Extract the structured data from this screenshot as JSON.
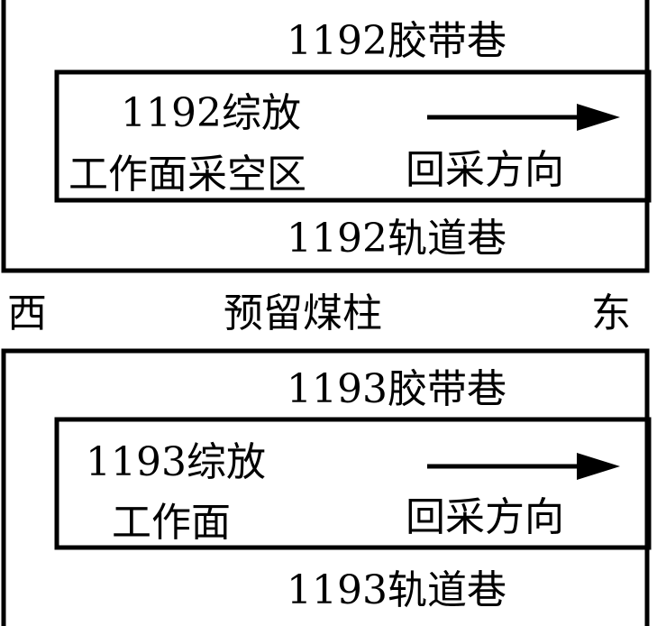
{
  "colors": {
    "stroke": "#000000",
    "background": "#ffffff"
  },
  "panel_1192": {
    "belt_roadway": "1192胶带巷",
    "face_line1": "1192综放",
    "face_line2": "工作面采空区",
    "mining_direction": "回采方向",
    "track_roadway": "1192轨道巷",
    "direction_arrow_icon": "arrow-right-icon"
  },
  "pillar": {
    "west": "西",
    "label": "预留煤柱",
    "east": "东"
  },
  "panel_1193": {
    "belt_roadway": "1193胶带巷",
    "face_line1": "1193综放",
    "face_line2": "工作面",
    "mining_direction": "回采方向",
    "track_roadway": "1193轨道巷",
    "direction_arrow_icon": "arrow-right-icon"
  }
}
